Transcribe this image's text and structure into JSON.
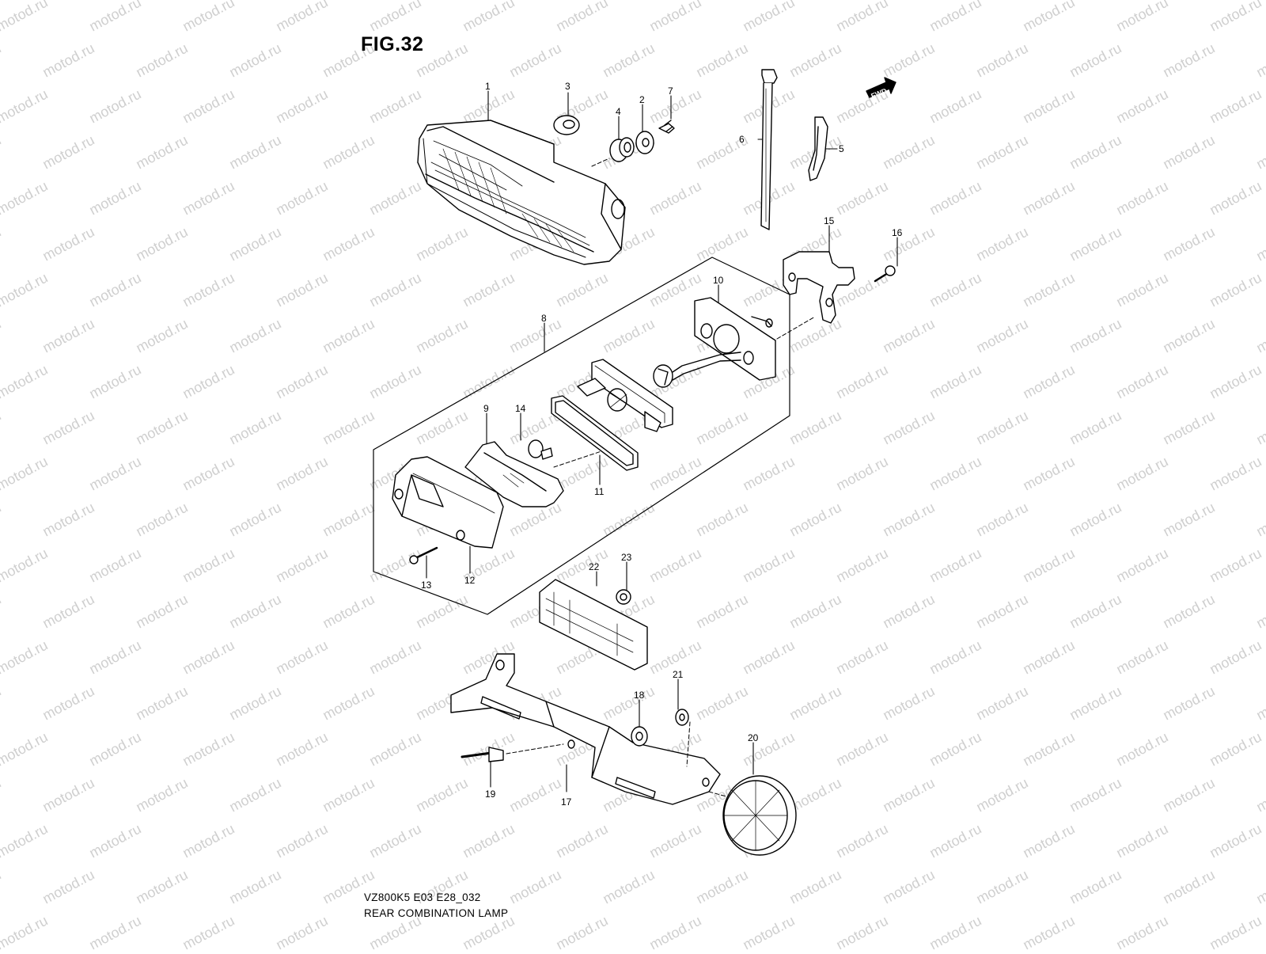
{
  "figure": {
    "title": "FIG.32",
    "model_code": "VZ800K5 E03 E28_032",
    "name": "REAR COMBINATION LAMP",
    "watermark": "motod.ru",
    "fwd_label": "FWD"
  },
  "callouts": [
    "1",
    "2",
    "3",
    "4",
    "5",
    "6",
    "7",
    "8",
    "9",
    "10",
    "11",
    "12",
    "13",
    "14",
    "15",
    "16",
    "17",
    "18",
    "19",
    "20",
    "21",
    "22",
    "23"
  ],
  "colors": {
    "line": "#000000",
    "watermark": "#cfcfcf",
    "background": "#ffffff"
  }
}
